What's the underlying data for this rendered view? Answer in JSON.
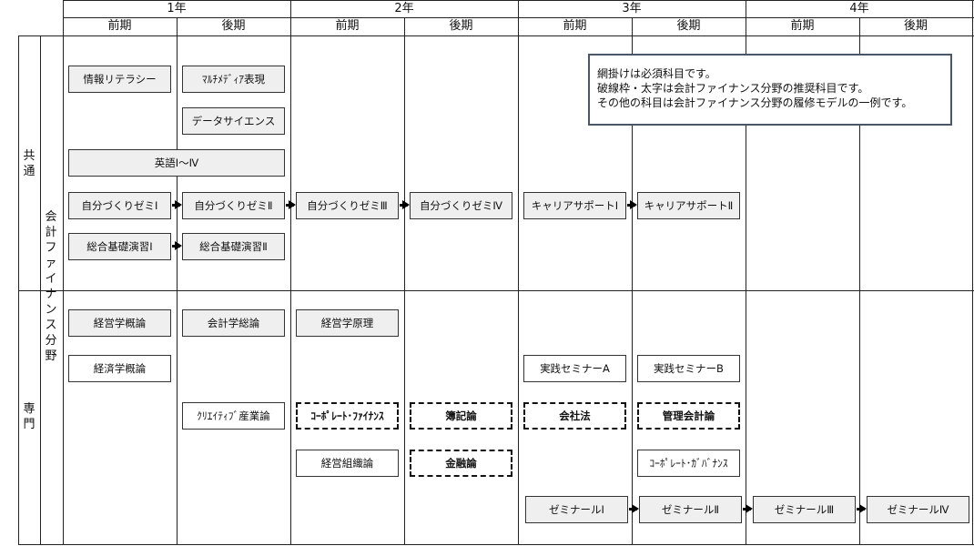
{
  "years": [
    "1年",
    "2年",
    "3年",
    "4年"
  ],
  "terms": [
    "前期",
    "後期",
    "前期",
    "後期",
    "前期",
    "後期",
    "前期",
    "後期"
  ],
  "category_common": "共通",
  "category_specialized": "専門",
  "field_label": "会計ファイナンス分野",
  "legend": [
    "網掛けは必須科目です。",
    "破線枠・太字は会計ファイナンス分野の推奨科目です。",
    "その他の科目は会計ファイナンス分野の履修モデルの一例です。"
  ],
  "courses": {
    "joho_literacy": "情報リテラシー",
    "multimedia": "ﾏﾙﾁﾒﾃﾞｨｱ表現",
    "data_science": "データサイエンス",
    "eigo": "英語Ⅰ～Ⅳ",
    "jibun1": "自分づくりゼミⅠ",
    "jibun2": "自分づくりゼミⅡ",
    "jibun3": "自分づくりゼミⅢ",
    "jibun4": "自分づくりゼミⅣ",
    "career1": "キャリアサポートⅠ",
    "career2": "キャリアサポートⅡ",
    "sogo1": "総合基礎演習Ⅰ",
    "sogo2": "総合基礎演習Ⅱ",
    "keiei_gairon": "経営学概論",
    "kaikei_soron": "会計学総論",
    "keiei_genri": "経営学原理",
    "keizai_gairon": "経済学概論",
    "jissen_a": "実践セミナーA",
    "jissen_b": "実践セミナーB",
    "creative": "ｸﾘｴｲﾃｨﾌﾞ産業論",
    "corp_finance": "ｺｰﾎﾟﾚｰﾄ･ﾌｧｲﾅﾝｽ",
    "boki": "簿記論",
    "kaishaho": "会社法",
    "kanri_kaikei": "管理会計論",
    "keiei_soshiki": "経営組織論",
    "kinyu": "金融論",
    "corp_gov": "ｺｰﾎﾟﾚｰﾄ･ｶﾞﾊﾞﾅﾝｽ",
    "seminar1": "ゼミナールⅠ",
    "seminar2": "ゼミナールⅡ",
    "seminar3": "ゼミナールⅢ",
    "seminar4": "ゼミナールⅣ"
  }
}
